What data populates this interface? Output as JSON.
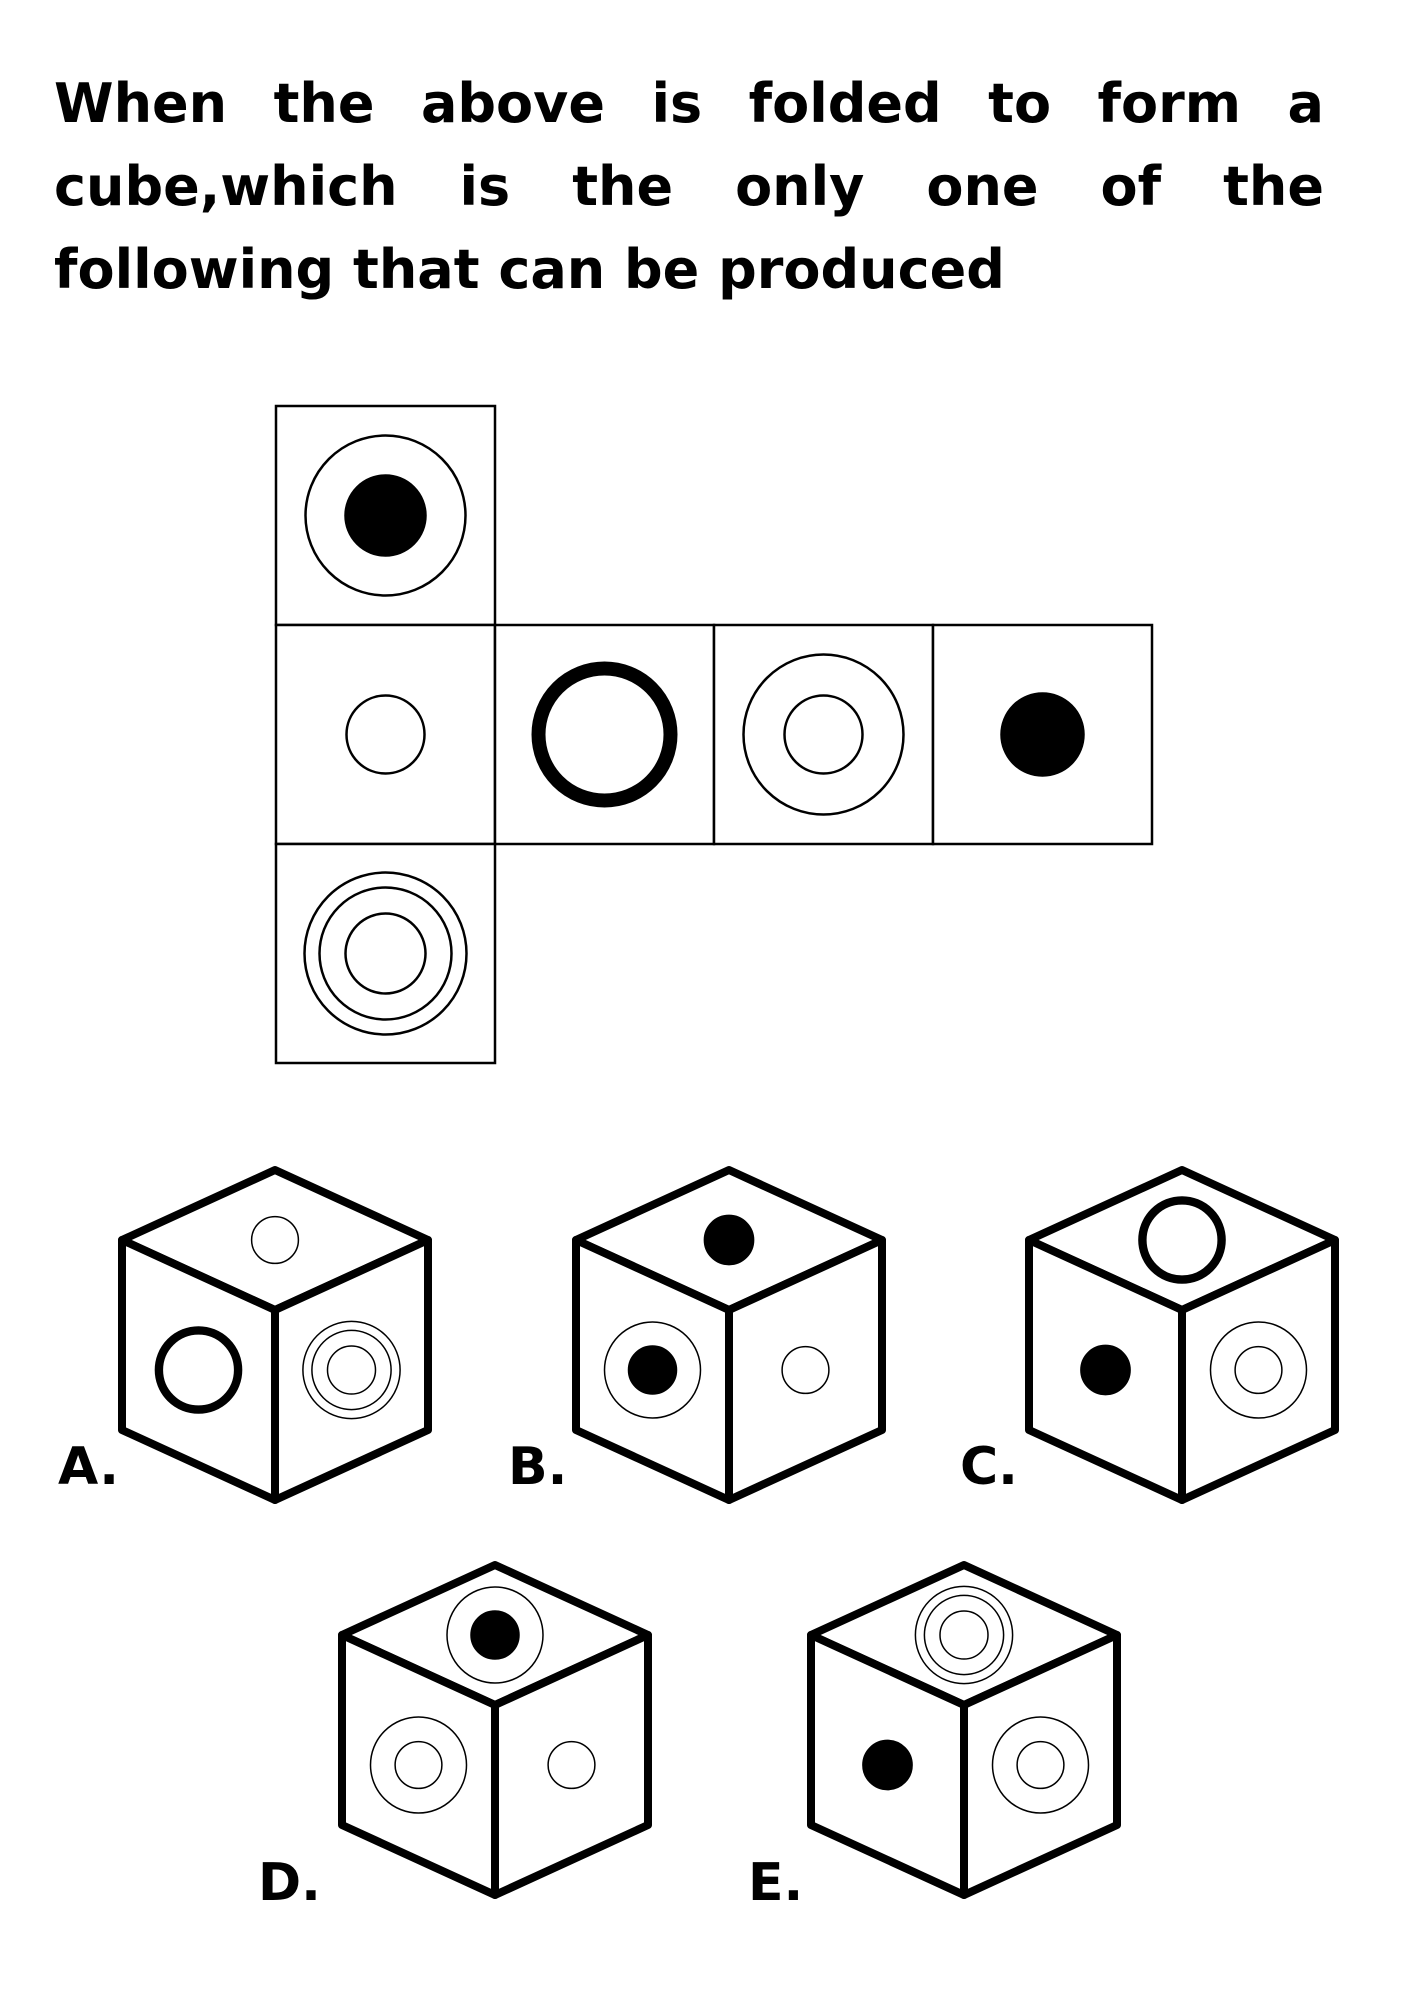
{
  "question": "When the above is folded to form a cube,which is the only one of the following that can be produced",
  "net": {
    "faces": [
      {
        "id": "top",
        "symbol": "black-dot-in-ring"
      },
      {
        "id": "left",
        "symbol": "small-circle"
      },
      {
        "id": "center",
        "symbol": "thick-ring"
      },
      {
        "id": "right",
        "symbol": "double-circle"
      },
      {
        "id": "far-right",
        "symbol": "black-dot"
      },
      {
        "id": "bottom",
        "symbol": "triple-circle"
      }
    ]
  },
  "options": [
    {
      "label": "A.",
      "top": "small-circle",
      "left": "thick-ring",
      "right": "triple-circle"
    },
    {
      "label": "B.",
      "top": "black-dot",
      "left": "black-dot-in-ring",
      "right": "small-circle"
    },
    {
      "label": "C.",
      "top": "thick-ring",
      "left": "black-dot",
      "right": "double-circle"
    },
    {
      "label": "D.",
      "top": "black-dot-in-ring",
      "left": "double-circle",
      "right": "small-circle"
    },
    {
      "label": "E.",
      "top": "triple-circle",
      "left": "black-dot",
      "right": "double-circle"
    }
  ]
}
